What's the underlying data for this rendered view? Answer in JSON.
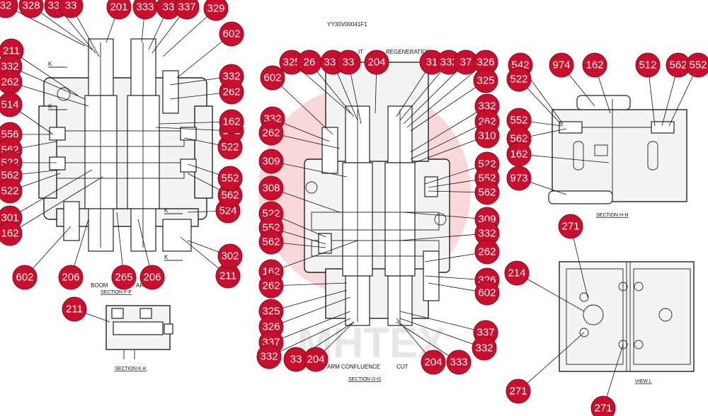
{
  "drawing_id": "YY30V00041F1",
  "watermark": "MHTEX",
  "sections": [
    {
      "id": "F-F",
      "caption": "SECTION  F-F",
      "labels": [
        "BOOM",
        "ARM"
      ]
    },
    {
      "id": "K-K",
      "caption": "SECTION  K-K",
      "labels": []
    },
    {
      "id": "G-G",
      "caption": "SECTION  G-G",
      "labels": [
        "ARM CONFLUENCE",
        "CUT",
        "IT",
        "REGENERATION"
      ]
    },
    {
      "id": "H-H",
      "caption": "SECTION  H-H",
      "labels": []
    },
    {
      "id": "L",
      "caption": "VIEW  L",
      "labels": []
    }
  ],
  "section_marks": [
    "K",
    "K",
    "K",
    "K"
  ],
  "callouts": [
    {
      "id": "c1",
      "text": "32"
    },
    {
      "id": "c2",
      "text": "328"
    },
    {
      "id": "c3",
      "text": "332"
    },
    {
      "id": "c4",
      "text": "33"
    },
    {
      "id": "c5",
      "text": "201"
    },
    {
      "id": "c6",
      "text": "333"
    },
    {
      "id": "c7",
      "text": "33"
    },
    {
      "id": "c8",
      "text": "337"
    },
    {
      "id": "c9",
      "text": "329"
    },
    {
      "id": "c10",
      "text": "602"
    },
    {
      "id": "c11",
      "text": "211"
    },
    {
      "id": "c12",
      "text": "332"
    },
    {
      "id": "c13",
      "text": "262"
    },
    {
      "id": "c14",
      "text": "514"
    },
    {
      "id": "c15",
      "text": "556"
    },
    {
      "id": "c16",
      "text": "562"
    },
    {
      "id": "c17",
      "text": "522"
    },
    {
      "id": "c18",
      "text": "562"
    },
    {
      "id": "c19",
      "text": "522"
    },
    {
      "id": "c20",
      "text": "301"
    },
    {
      "id": "c21",
      "text": "162"
    },
    {
      "id": "c22",
      "text": "602"
    },
    {
      "id": "c23",
      "text": "206"
    },
    {
      "id": "c24",
      "text": "265"
    },
    {
      "id": "c25",
      "text": "206"
    },
    {
      "id": "c26",
      "text": "211"
    },
    {
      "id": "c27",
      "text": "302"
    },
    {
      "id": "c28",
      "text": "524"
    },
    {
      "id": "c29",
      "text": "562"
    },
    {
      "id": "c30",
      "text": "552"
    },
    {
      "id": "c31",
      "text": "522"
    },
    {
      "id": "c32",
      "text": "162"
    },
    {
      "id": "c33",
      "text": "162"
    },
    {
      "id": "c34",
      "text": "262"
    },
    {
      "id": "c35",
      "text": "332"
    },
    {
      "id": "c36",
      "text": "211"
    },
    {
      "id": "c37",
      "text": "325"
    },
    {
      "id": "c38",
      "text": "26"
    },
    {
      "id": "c39",
      "text": "332"
    },
    {
      "id": "c40",
      "text": "33"
    },
    {
      "id": "c41",
      "text": "204"
    },
    {
      "id": "c42",
      "text": "31"
    },
    {
      "id": "c43",
      "text": "332"
    },
    {
      "id": "c44",
      "text": "37"
    },
    {
      "id": "c45",
      "text": "326"
    },
    {
      "id": "c46",
      "text": "325"
    },
    {
      "id": "c47",
      "text": "602"
    },
    {
      "id": "c48",
      "text": "332"
    },
    {
      "id": "c49",
      "text": "262"
    },
    {
      "id": "c50",
      "text": "309"
    },
    {
      "id": "c51",
      "text": "308"
    },
    {
      "id": "c52",
      "text": "522"
    },
    {
      "id": "c53",
      "text": "552"
    },
    {
      "id": "c54",
      "text": "562"
    },
    {
      "id": "c55",
      "text": "162"
    },
    {
      "id": "c56",
      "text": "262"
    },
    {
      "id": "c57",
      "text": "325"
    },
    {
      "id": "c58",
      "text": "326"
    },
    {
      "id": "c59",
      "text": "337"
    },
    {
      "id": "c60",
      "text": "332"
    },
    {
      "id": "c61",
      "text": "33"
    },
    {
      "id": "c62",
      "text": "204"
    },
    {
      "id": "c63",
      "text": "332"
    },
    {
      "id": "c64",
      "text": "262"
    },
    {
      "id": "c65",
      "text": "310"
    },
    {
      "id": "c66",
      "text": "522"
    },
    {
      "id": "c67",
      "text": "552"
    },
    {
      "id": "c68",
      "text": "562"
    },
    {
      "id": "c69",
      "text": "309"
    },
    {
      "id": "c70",
      "text": "332"
    },
    {
      "id": "c71",
      "text": "262"
    },
    {
      "id": "c72",
      "text": "326"
    },
    {
      "id": "c73",
      "text": "602"
    },
    {
      "id": "c74",
      "text": "337"
    },
    {
      "id": "c75",
      "text": "332"
    },
    {
      "id": "c76",
      "text": "333"
    },
    {
      "id": "c77",
      "text": "204"
    },
    {
      "id": "c78",
      "text": "542"
    },
    {
      "id": "c79",
      "text": "522"
    },
    {
      "id": "c80",
      "text": "974"
    },
    {
      "id": "c81",
      "text": "162"
    },
    {
      "id": "c82",
      "text": "512"
    },
    {
      "id": "c83",
      "text": "562"
    },
    {
      "id": "c84",
      "text": "552"
    },
    {
      "id": "c85",
      "text": "552"
    },
    {
      "id": "c86",
      "text": "562"
    },
    {
      "id": "c87",
      "text": "162"
    },
    {
      "id": "c88",
      "text": "973"
    },
    {
      "id": "c89",
      "text": "271"
    },
    {
      "id": "c90",
      "text": "214"
    },
    {
      "id": "c91",
      "text": "271"
    },
    {
      "id": "c92",
      "text": "271"
    }
  ]
}
